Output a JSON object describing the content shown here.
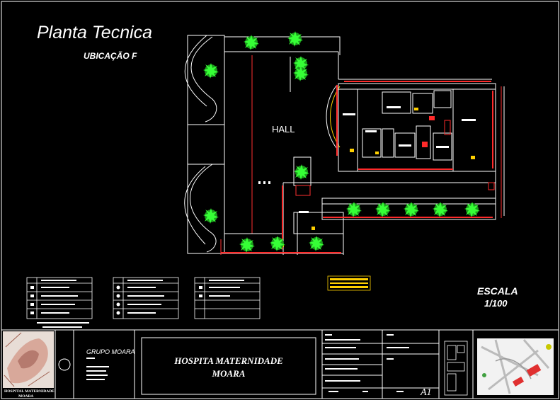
{
  "drawing": {
    "title": "Planta Tecnica",
    "subtitle": "UBICAÇÃO F",
    "hall_label": "HALL",
    "scale_label": "ESCALA",
    "scale_value": "1/100"
  },
  "title_block": {
    "thumbnail_caption_line1": "HOSPITAL MATERNIDADE",
    "thumbnail_caption_line2": "MOARA",
    "group_name": "GRUPO MOARA",
    "project_line1": "HOSPITA MATERNIDADE",
    "project_line2": "MOARA",
    "sheet_number": "A1"
  },
  "colors": {
    "background": "#000000",
    "wall": "#ffffff",
    "accent_red": "#ff2a2a",
    "accent_yellow": "#ffd000",
    "tree_green": "#33ff33",
    "frame": "#ffffff"
  },
  "icons": {
    "tree": "tree-icon",
    "door": "door-swing-icon"
  }
}
